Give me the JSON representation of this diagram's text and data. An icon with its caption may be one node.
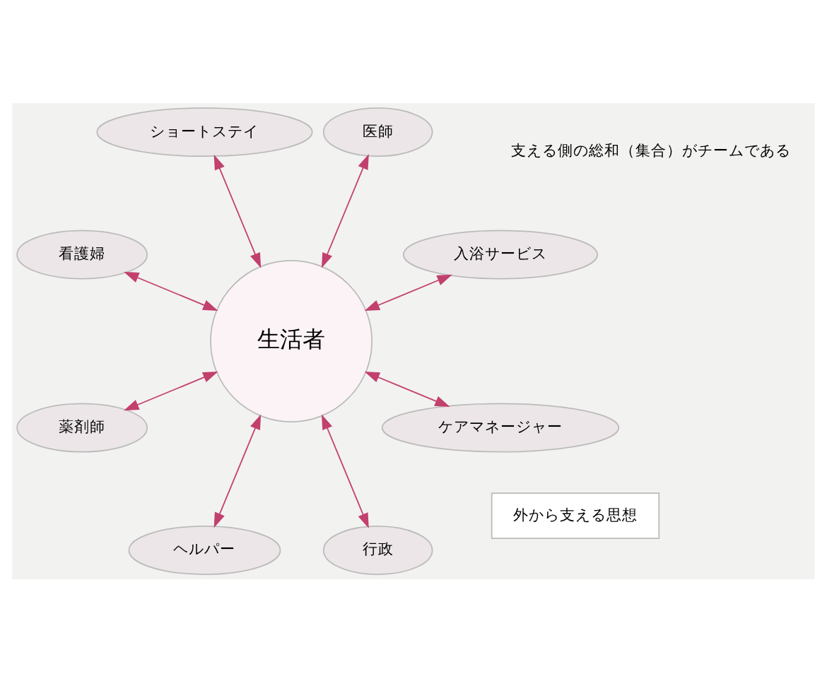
{
  "diagram": {
    "nodes": [
      {
        "text": [
          "入浴サービス"
        ]
      },
      {
        "text": [
          "医師"
        ]
      },
      {
        "text": [
          "ショートステイ"
        ]
      },
      {
        "text": [
          "看護婦"
        ]
      },
      {
        "text": [
          "生活者"
        ]
      },
      {
        "text": [
          "薬剤師"
        ]
      },
      {
        "text": [
          "ヘルパー"
        ]
      },
      {
        "text": [
          "行政"
        ]
      },
      {
        "text": [
          "ケアマネージャー"
        ]
      },
      {
        "text": [
          "外から支える思想"
        ]
      }
    ],
    "edges": [
      {
        "from": 4,
        "to": 0,
        "arrow": "both"
      },
      {
        "from": 4,
        "to": 2,
        "arrow": "both"
      },
      {
        "from": 4,
        "to": 1,
        "arrow": "both"
      },
      {
        "from": 4,
        "to": 3,
        "arrow": "both"
      },
      {
        "from": 4,
        "to": 5,
        "arrow": "both"
      },
      {
        "from": 4,
        "to": 6,
        "arrow": "both"
      },
      {
        "from": 4,
        "to": 7,
        "arrow": "both"
      },
      {
        "from": 4,
        "to": 8,
        "arrow": "both"
      }
    ],
    "labels": [
      "支える側の総和（集合）がチームである"
    ]
  }
}
